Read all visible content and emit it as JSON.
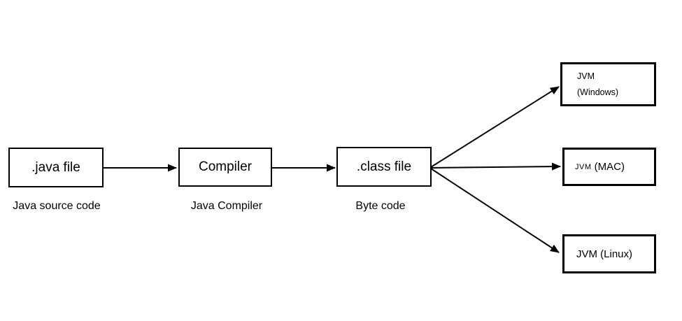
{
  "nodes": {
    "java_file": {
      "label": ".java file",
      "caption": "Java source code"
    },
    "compiler": {
      "label": "Compiler",
      "caption": "Java Compiler"
    },
    "class_file": {
      "label": ".class file",
      "caption": "Byte code"
    },
    "jvm_windows": {
      "line1": "JVM",
      "line2": "(Windows)"
    },
    "jvm_mac": {
      "jvm": "JVM",
      "platform": " (MAC)"
    },
    "jvm_linux": {
      "label": "JVM (Linux)"
    }
  },
  "colors": {
    "stroke": "#000000",
    "text": "#000000",
    "background": "#ffffff"
  }
}
